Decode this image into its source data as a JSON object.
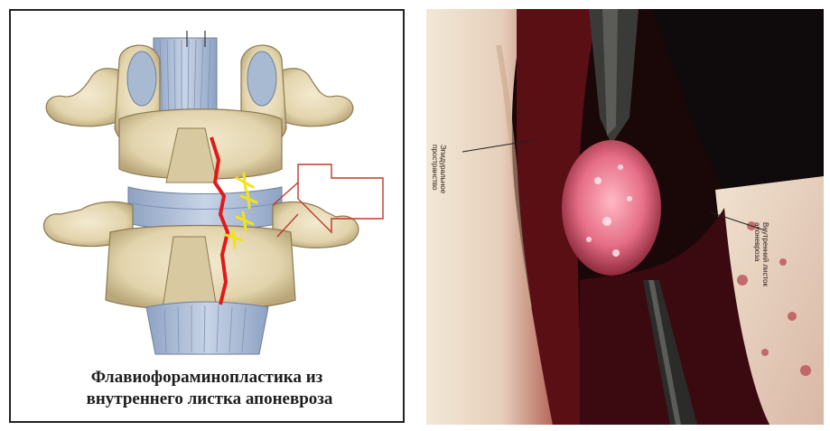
{
  "diagram": {
    "caption_line1": "Флавиофораминопластика из",
    "caption_line2": "внутреннего листка апоневроза"
  },
  "photo": {
    "label_left_line1": "Эпидуральное",
    "label_left_line2": "пространство",
    "label_right_line1": "Внутренний листок",
    "label_right_line2": "апоневроза"
  },
  "colors": {
    "bone": "#e8dcb8",
    "bone_shadow": "#b8a77c",
    "disc": "#aebfd6",
    "incision": "#e01a1a",
    "sutures": "#f2e21c",
    "arrow": "#c0392b"
  }
}
